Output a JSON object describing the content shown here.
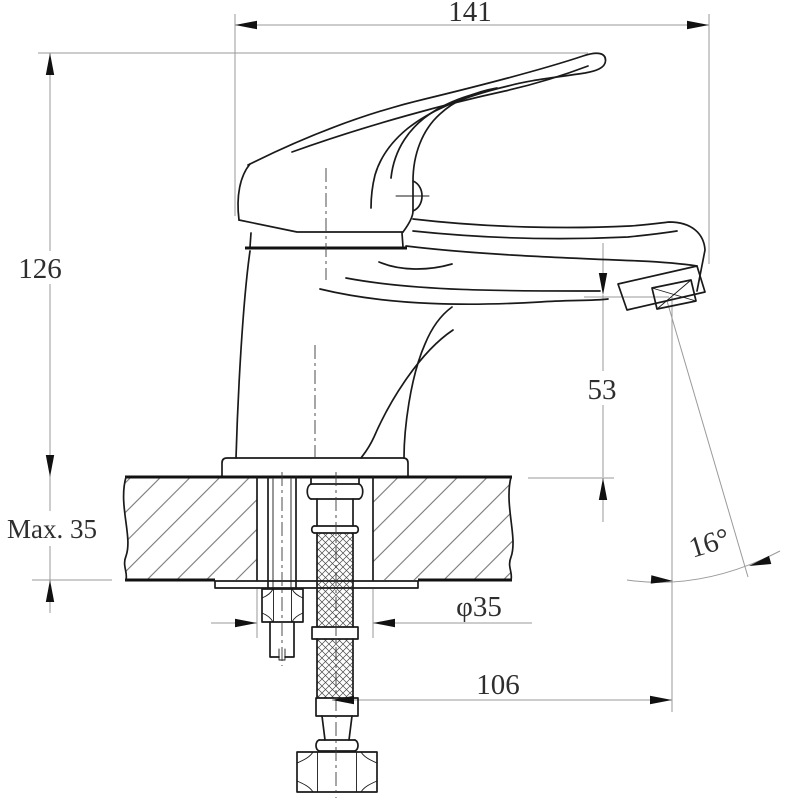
{
  "drawing": {
    "type": "faucet-installation-dimension-drawing",
    "labels": {
      "width_total": "141",
      "height_body": "126",
      "max_counter_thickness": "Max. 35",
      "spout_height": "53",
      "spout_angle": "16°",
      "hole_diameter": "φ35",
      "spout_reach": "106"
    },
    "colors": {
      "object_line": "#1a1a1a",
      "dimension_line": "#9a9a9a",
      "text": "#2e2e2e",
      "background": "#ffffff"
    }
  }
}
